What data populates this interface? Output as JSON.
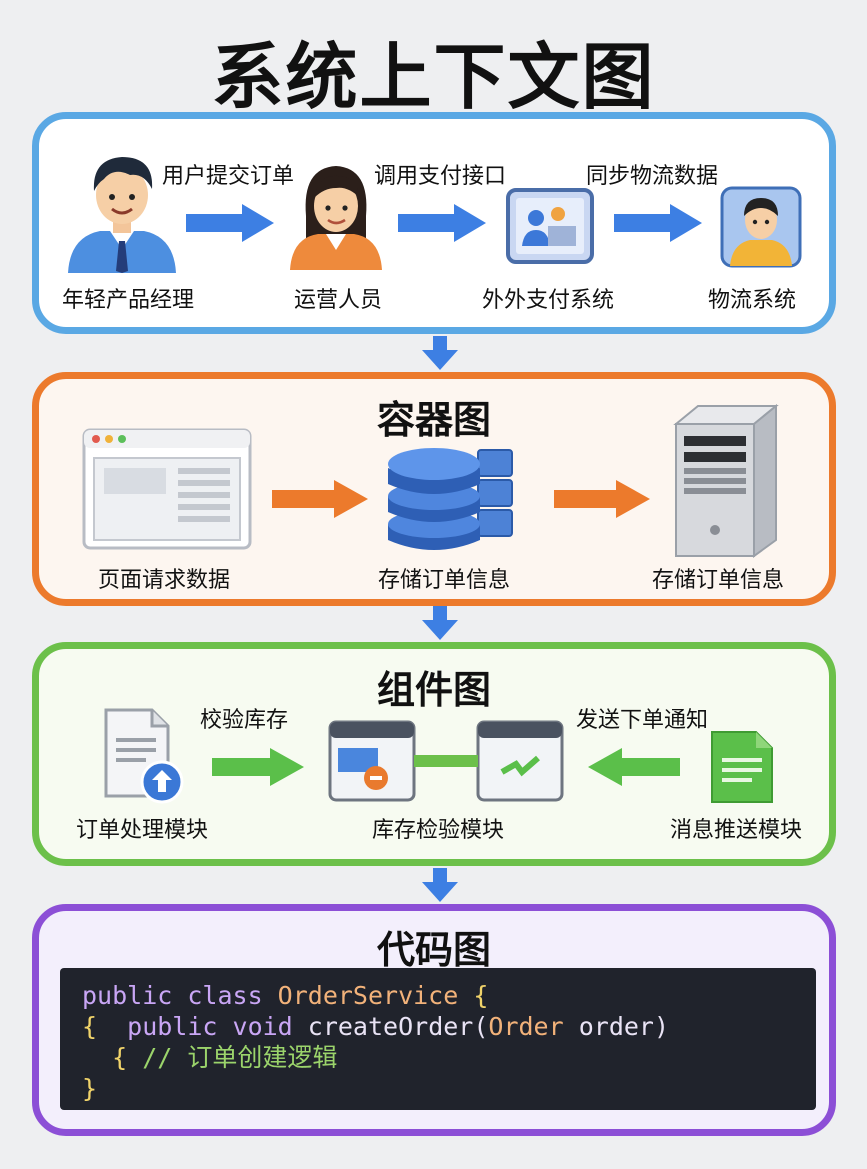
{
  "title": "系统上下文图",
  "context": {
    "actors": [
      "年轻产品经理",
      "运营人员",
      "外外支付系统",
      "物流系统"
    ],
    "arrows": [
      "用户提交订单",
      "调用支付接口",
      "同步物流数据"
    ]
  },
  "container": {
    "title": "容器图",
    "labels": [
      "页面请求数据",
      "存储订单信息",
      "存储订单信息"
    ]
  },
  "component": {
    "title": "组件图",
    "labels": [
      "订单处理模块",
      "库存检验模块",
      "消息推送模块"
    ],
    "arrows": [
      "校验库存",
      "发送下单通知"
    ]
  },
  "code": {
    "title": "代码图",
    "line1_kw": "public class ",
    "line1_type": "OrderService",
    "line1_brace": " {",
    "line2_brace": "{  ",
    "line2_kw": "public void ",
    "line2_fn": "createOrder(",
    "line2_type": "Order",
    "line2_rest": " order)",
    "line3_brace": "  { ",
    "line3_comment": "// 订单创建逻辑",
    "line4_brace": "}"
  },
  "colors": {
    "blue": "#5aa8e4",
    "orange": "#ec7a2c",
    "green": "#6cc04a",
    "purple": "#8c4fd6"
  }
}
